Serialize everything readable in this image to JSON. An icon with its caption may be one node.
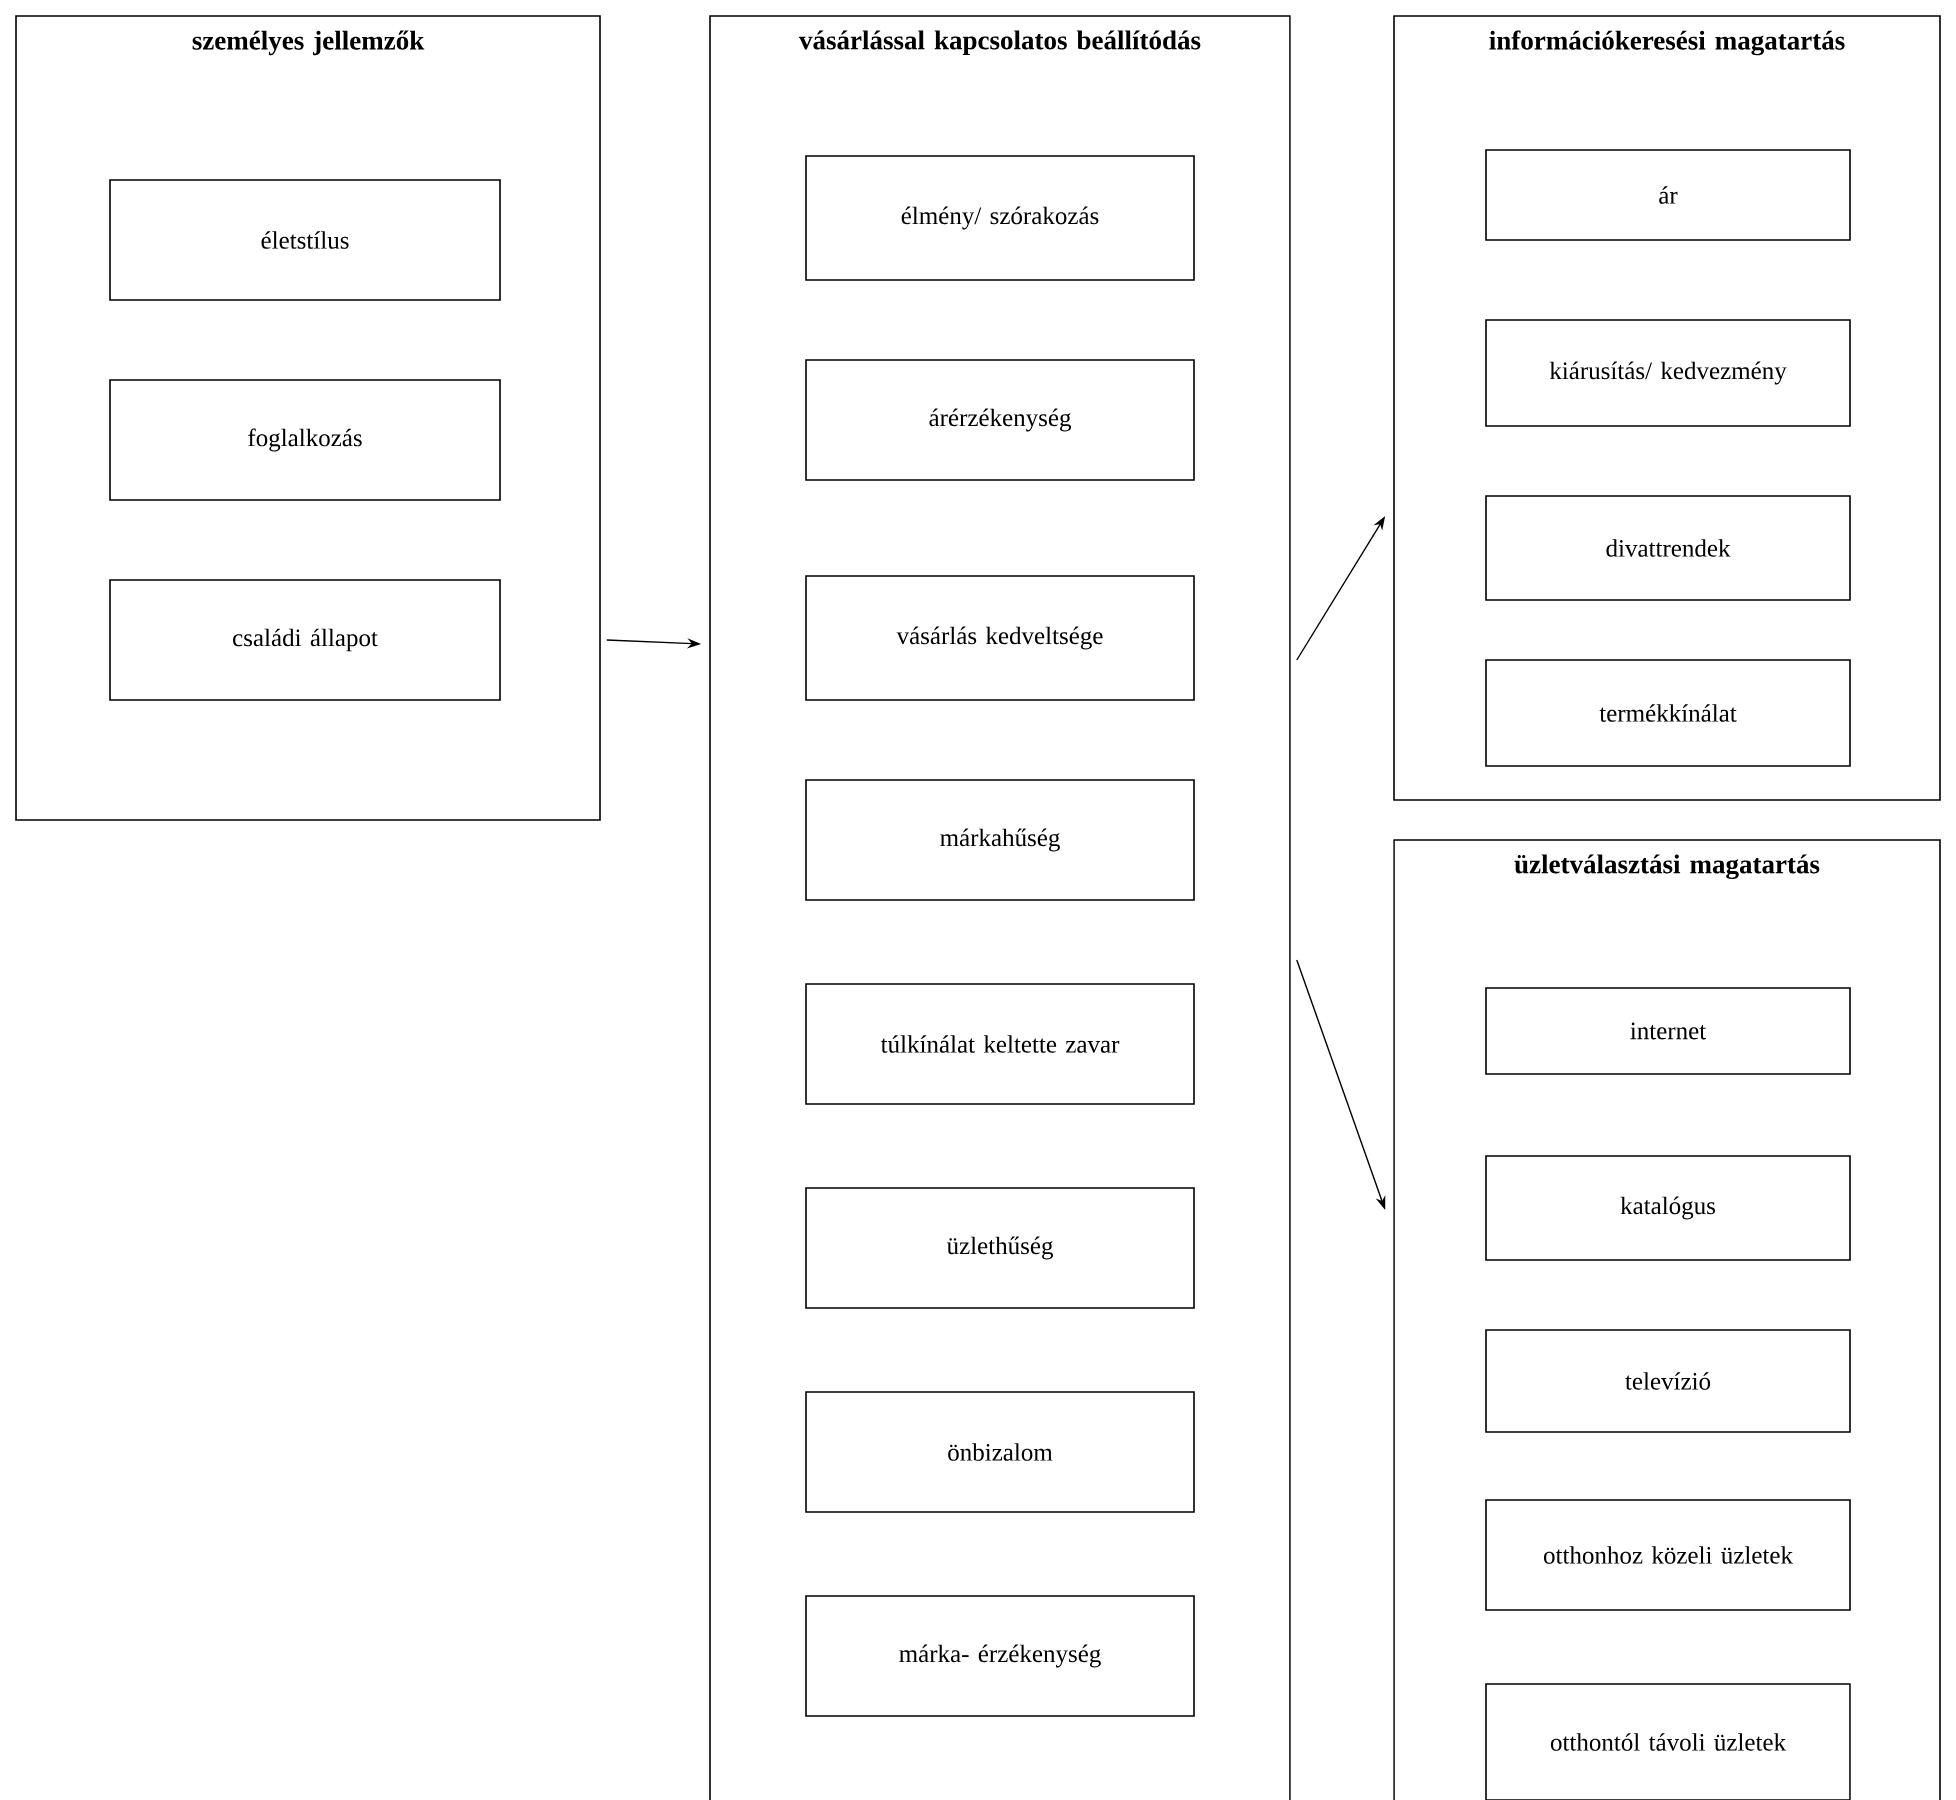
{
  "diagram": {
    "nodes": [
      {
        "text": [
          "személyes jellemzők"
        ]
      },
      {
        "text": [
          "életstílus"
        ],
        "in": 0
      },
      {
        "text": [
          "foglalkozás"
        ],
        "in": 0
      },
      {
        "text": [
          "családi állapot"
        ],
        "in": 0
      },
      {
        "text": [
          "vásárlással kapcsolatos beállítódás"
        ]
      },
      {
        "text": [
          "élmény/ szórakozás"
        ],
        "in": 4
      },
      {
        "text": [
          "árérzékenység"
        ],
        "in": 4
      },
      {
        "text": [
          "vásárlás kedveltsége"
        ],
        "in": 4
      },
      {
        "text": [
          "márkahűség"
        ],
        "in": 4
      },
      {
        "text": [
          "túlkínálat keltette zavar"
        ],
        "in": 4
      },
      {
        "text": [
          "üzlethűség"
        ],
        "in": 4
      },
      {
        "text": [
          "önbizalom"
        ],
        "in": 4
      },
      {
        "text": [
          "márka- érzékenység"
        ],
        "in": 4
      },
      {
        "text": [
          "információkeresési magatartás"
        ]
      },
      {
        "text": [
          "ár"
        ],
        "in": 13
      },
      {
        "text": [
          "kiárusítás/ kedvezmény"
        ],
        "in": 13
      },
      {
        "text": [
          "divattrendek"
        ],
        "in": 13
      },
      {
        "text": [
          "termékkínálat"
        ],
        "in": 13
      },
      {
        "text": [
          "üzletválasztási magatartás"
        ]
      },
      {
        "text": [
          "internet"
        ],
        "in": 18
      },
      {
        "text": [
          "katalógus"
        ],
        "in": 18
      },
      {
        "text": [
          "televízió"
        ],
        "in": 18
      },
      {
        "text": [
          "otthonhoz közeli üzletek"
        ],
        "in": 18
      },
      {
        "text": [
          "otthontól távoli üzletek"
        ],
        "in": 18
      }
    ],
    "edges": [
      {
        "from": 0,
        "to": 4,
        "arrow": "to"
      },
      {
        "from": 4,
        "to": 13,
        "arrow": "to"
      },
      {
        "from": 4,
        "to": 18,
        "arrow": "to"
      }
    ]
  }
}
